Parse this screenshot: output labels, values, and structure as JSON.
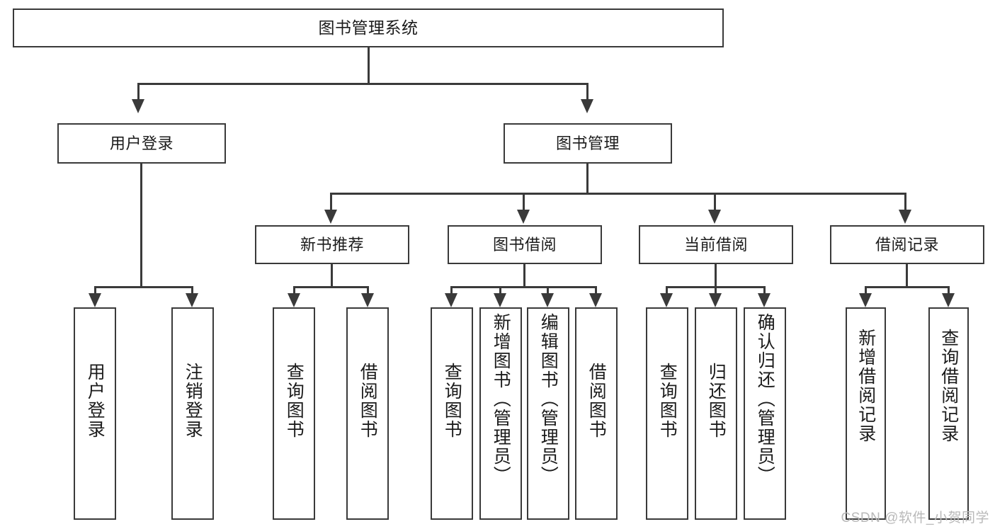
{
  "diagram": {
    "title": "图书管理系统",
    "type": "tree",
    "levels": 4
  },
  "nodes": {
    "root": {
      "label": "图书管理系统"
    },
    "level2": [
      {
        "id": "user-login",
        "label": "用户登录"
      },
      {
        "id": "book-manage",
        "label": "图书管理"
      }
    ],
    "level3": [
      {
        "id": "new-book-recommend",
        "label": "新书推荐"
      },
      {
        "id": "book-borrow",
        "label": "图书借阅"
      },
      {
        "id": "current-borrow",
        "label": "当前借阅"
      },
      {
        "id": "borrow-record",
        "label": "借阅记录"
      }
    ],
    "leaves": {
      "user_login": [
        {
          "id": "leaf-user-login",
          "label": "用户登录"
        },
        {
          "id": "leaf-logout-login",
          "label": "注销登录"
        }
      ],
      "new_book_recommend": [
        {
          "id": "leaf-query-book-1",
          "label": "查询图书"
        },
        {
          "id": "leaf-borrow-book-1",
          "label": "借阅图书"
        }
      ],
      "book_borrow": [
        {
          "id": "leaf-query-book-2",
          "label": "查询图书"
        },
        {
          "id": "leaf-add-book",
          "label": "新增图书（管理员）"
        },
        {
          "id": "leaf-edit-book",
          "label": "编辑图书（管理员）"
        },
        {
          "id": "leaf-borrow-book-2",
          "label": "借阅图书"
        }
      ],
      "current_borrow": [
        {
          "id": "leaf-query-book-3",
          "label": "查询图书"
        },
        {
          "id": "leaf-return-book",
          "label": "归还图书"
        },
        {
          "id": "leaf-confirm-return",
          "label": "确认归还（管理员）"
        }
      ],
      "borrow_record": [
        {
          "id": "leaf-add-record",
          "label": "新增借阅记录"
        },
        {
          "id": "leaf-query-record",
          "label": "查询借阅记录"
        }
      ]
    }
  },
  "watermark": {
    "text": "CSDN @软件_小贺同学"
  },
  "colors": {
    "stroke": "#3a3a3a",
    "fill": "#ffffff",
    "text": "#1b1b1b",
    "watermark": "#b9b9b9"
  }
}
